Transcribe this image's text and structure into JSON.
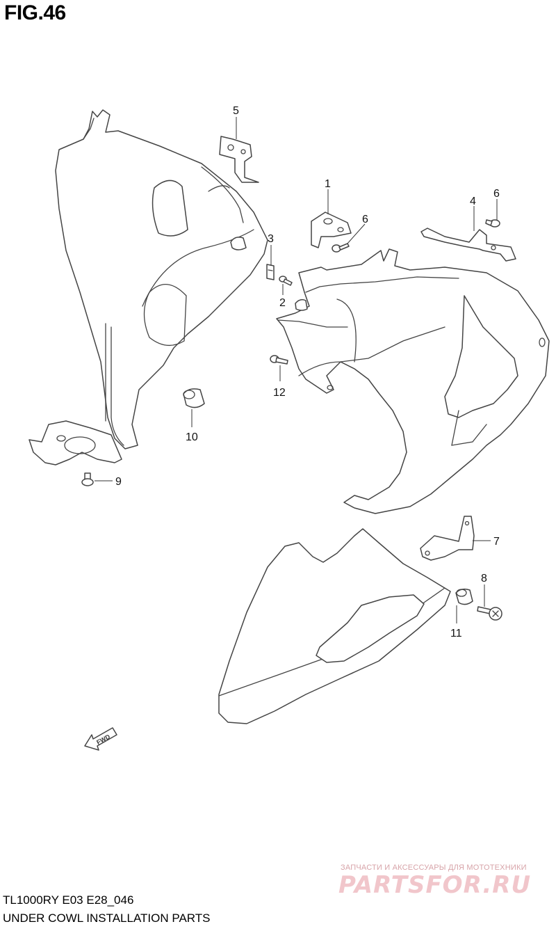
{
  "figure": {
    "label": "FIG.46"
  },
  "footer": {
    "model_code": "TL1000RY E03 E28_046",
    "section_title": "UNDER COWL INSTALLATION PARTS"
  },
  "watermark": {
    "tagline": "ЗАПЧАСТИ И АКСЕССУАРЫ ДЛЯ МОТОТЕХНИКИ",
    "logo_text": "PARTSFOR.RU"
  },
  "fwd_label": "FWD",
  "callouts": [
    "1",
    "2",
    "3",
    "4",
    "5",
    "6",
    "6",
    "7",
    "8",
    "9",
    "10",
    "11",
    "12"
  ]
}
